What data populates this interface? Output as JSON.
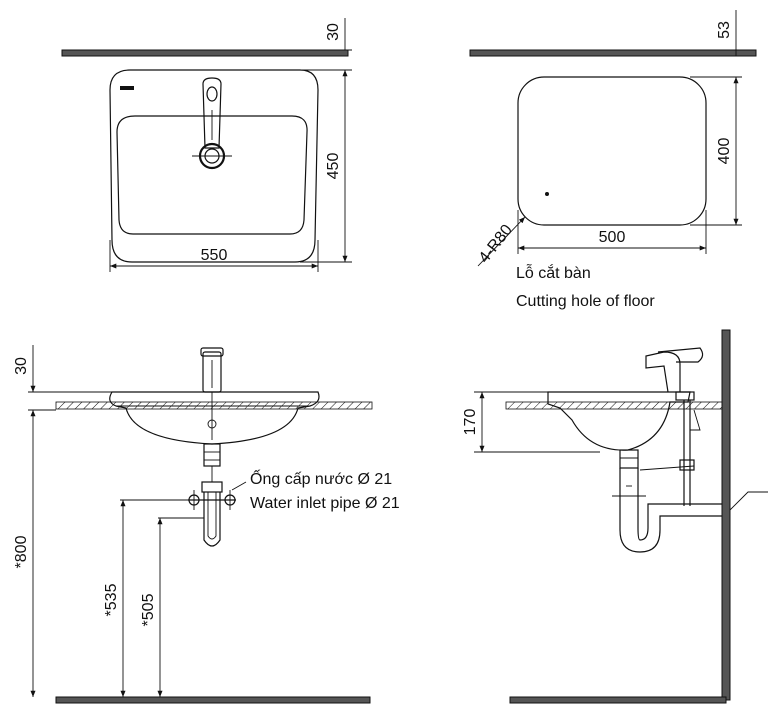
{
  "views": {
    "top_basin": {
      "dim_width": "550",
      "dim_depth": "450",
      "dim_top_offset": "30"
    },
    "cutout": {
      "dim_width": "500",
      "dim_depth": "400",
      "dim_top_offset": "53",
      "dim_radius": "4-R80",
      "label_vi": "Lỗ cắt bàn",
      "label_en": "Cutting hole of floor"
    },
    "front_elevation": {
      "dim_rim": "30",
      "dim_height": "*800",
      "dim_inlet": "*535",
      "dim_drain": "*505",
      "inlet_label_vi": "Ống cấp nước Ø 21",
      "inlet_label_en": "Water inlet pipe Ø 21"
    },
    "side_elevation": {
      "dim_depth": "170"
    }
  },
  "colors": {
    "line": "#111111",
    "hatch": "#555555",
    "background": "#ffffff"
  }
}
